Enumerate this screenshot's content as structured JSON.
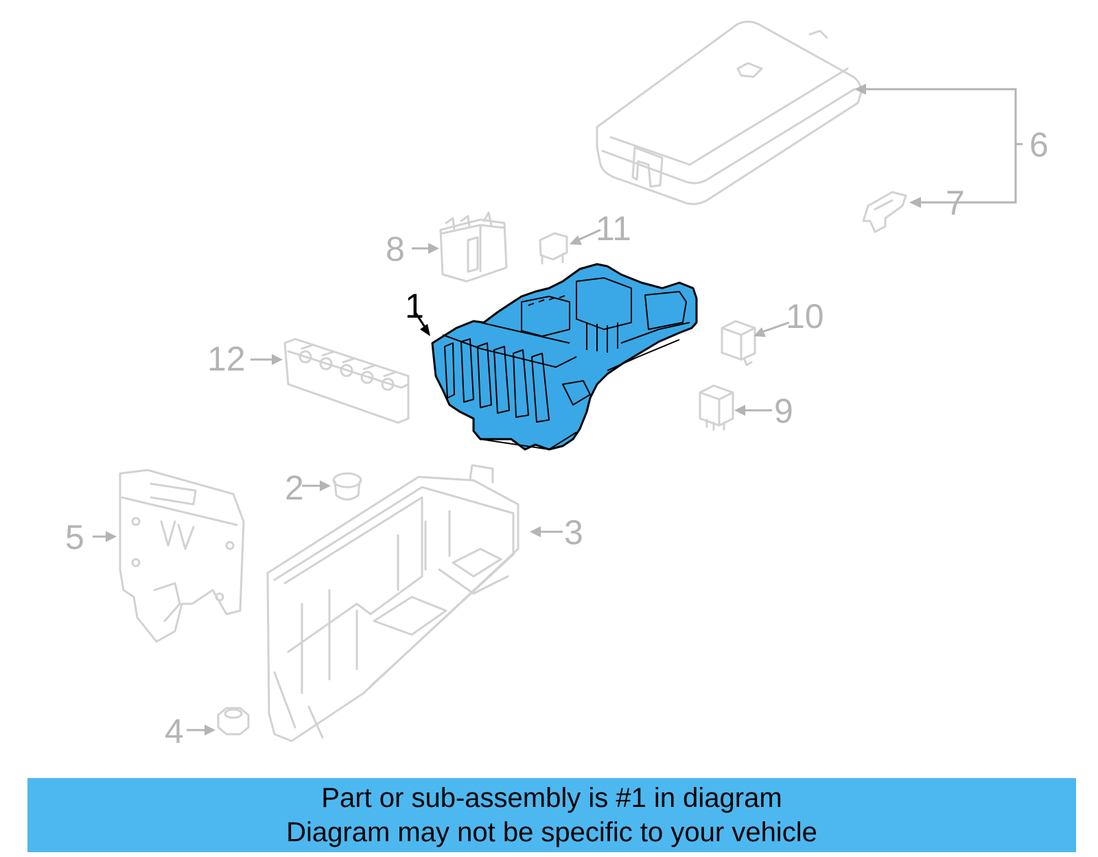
{
  "diagram": {
    "callouts": {
      "c1": "1",
      "c2": "2",
      "c3": "3",
      "c4": "4",
      "c5": "5",
      "c6": "6",
      "c7": "7",
      "c8": "8",
      "c9": "9",
      "c10": "10",
      "c11": "11",
      "c12": "12"
    },
    "highlighted_part": "1"
  },
  "banner": {
    "line1": "Part or sub-assembly is #1 in diagram",
    "line2": "Diagram may not be specific to your vehicle",
    "background_color": "#4db8f0"
  },
  "colors": {
    "highlight": "#3aa8e6",
    "ghost_lines": "#d2d2d2",
    "callout_gray": "#b4b4b4"
  }
}
